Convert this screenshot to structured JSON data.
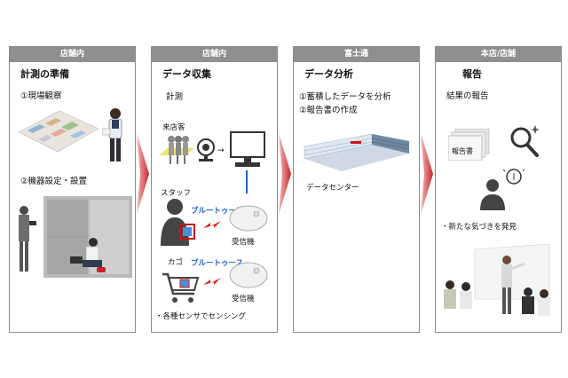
{
  "panels": [
    {
      "header": "店舗内",
      "title": "計測の準備",
      "step1": "①現場観察",
      "step2": "②機器設定・設置"
    },
    {
      "header": "店舗内",
      "title": "データ収集",
      "measure": "計測",
      "visitor": "来店客",
      "staff": "スタッフ",
      "bluetooth1": "ブルートゥース",
      "receiver1": "受信機",
      "cart": "カゴ",
      "bluetooth2": "ブルートゥース",
      "receiver2": "受信機",
      "note": "・各種センサでセンシング"
    },
    {
      "header": "富士通",
      "title": "データ分析",
      "step1": "①蓄積したデータを分析",
      "step2": "②報告書の作成",
      "building_label": "データセンター"
    },
    {
      "header": "本店/店舗",
      "title": "報告",
      "subtitle": "結果の報告",
      "report_doc": "報告書",
      "note": "・新たな気づきを発見"
    }
  ],
  "colors": {
    "header_bg": "#8f8f8f",
    "arrow": "#c9262c",
    "bluetooth_text": "#1f62c8",
    "lightning": "#d9261c"
  }
}
